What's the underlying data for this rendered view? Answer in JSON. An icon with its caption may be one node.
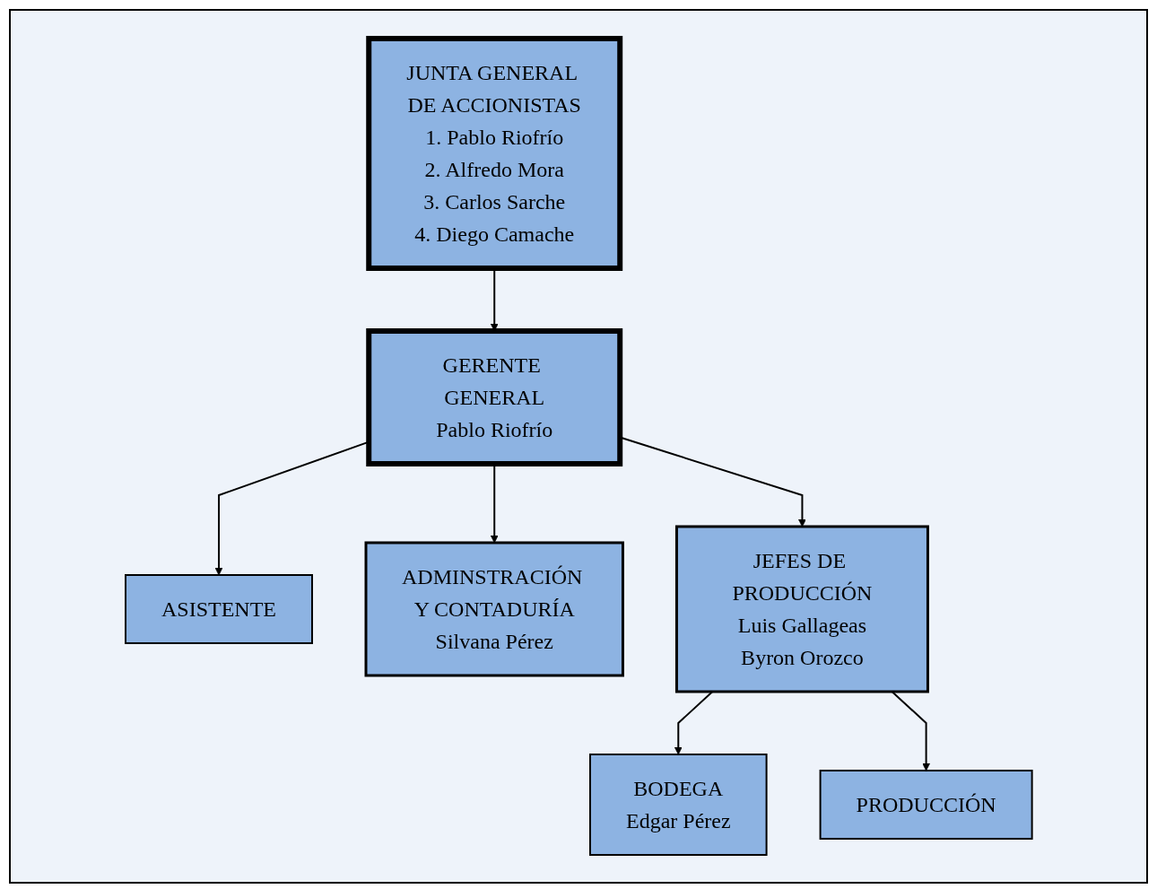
{
  "diagram": {
    "nodes": [
      {
        "text": [
          "JUNTA GENERAL DE ACCIONISTAS",
          "1. Pablo Riofrío",
          "2. Alfredo Mora",
          "3. Carlos Sarche",
          "4. Diego Camache"
        ]
      },
      {
        "text": [
          "GERENTE GENERAL",
          "Pablo Riofrío"
        ]
      },
      {
        "text": [
          "ASISTENTE"
        ]
      },
      {
        "text": [
          "ADMINSTRACIÓN Y CONTADURÍA",
          "Silvana Pérez"
        ]
      },
      {
        "text": [
          "JEFES DE PRODUCCIÓN",
          "Luis Gallageas",
          "Byron Orozco"
        ]
      },
      {
        "text": [
          "BODEGA",
          "Edgar Pérez"
        ]
      },
      {
        "text": [
          "PRODUCCIÓN"
        ]
      }
    ],
    "edges": [
      {
        "from": 0,
        "to": 1,
        "arrow": "to"
      },
      {
        "from": 1,
        "to": 2,
        "arrow": "to"
      },
      {
        "from": 1,
        "to": 3,
        "arrow": "to"
      },
      {
        "from": 1,
        "to": 4,
        "arrow": "to"
      },
      {
        "from": 4,
        "to": 5,
        "arrow": "to"
      },
      {
        "from": 4,
        "to": 6,
        "arrow": "to"
      }
    ]
  }
}
